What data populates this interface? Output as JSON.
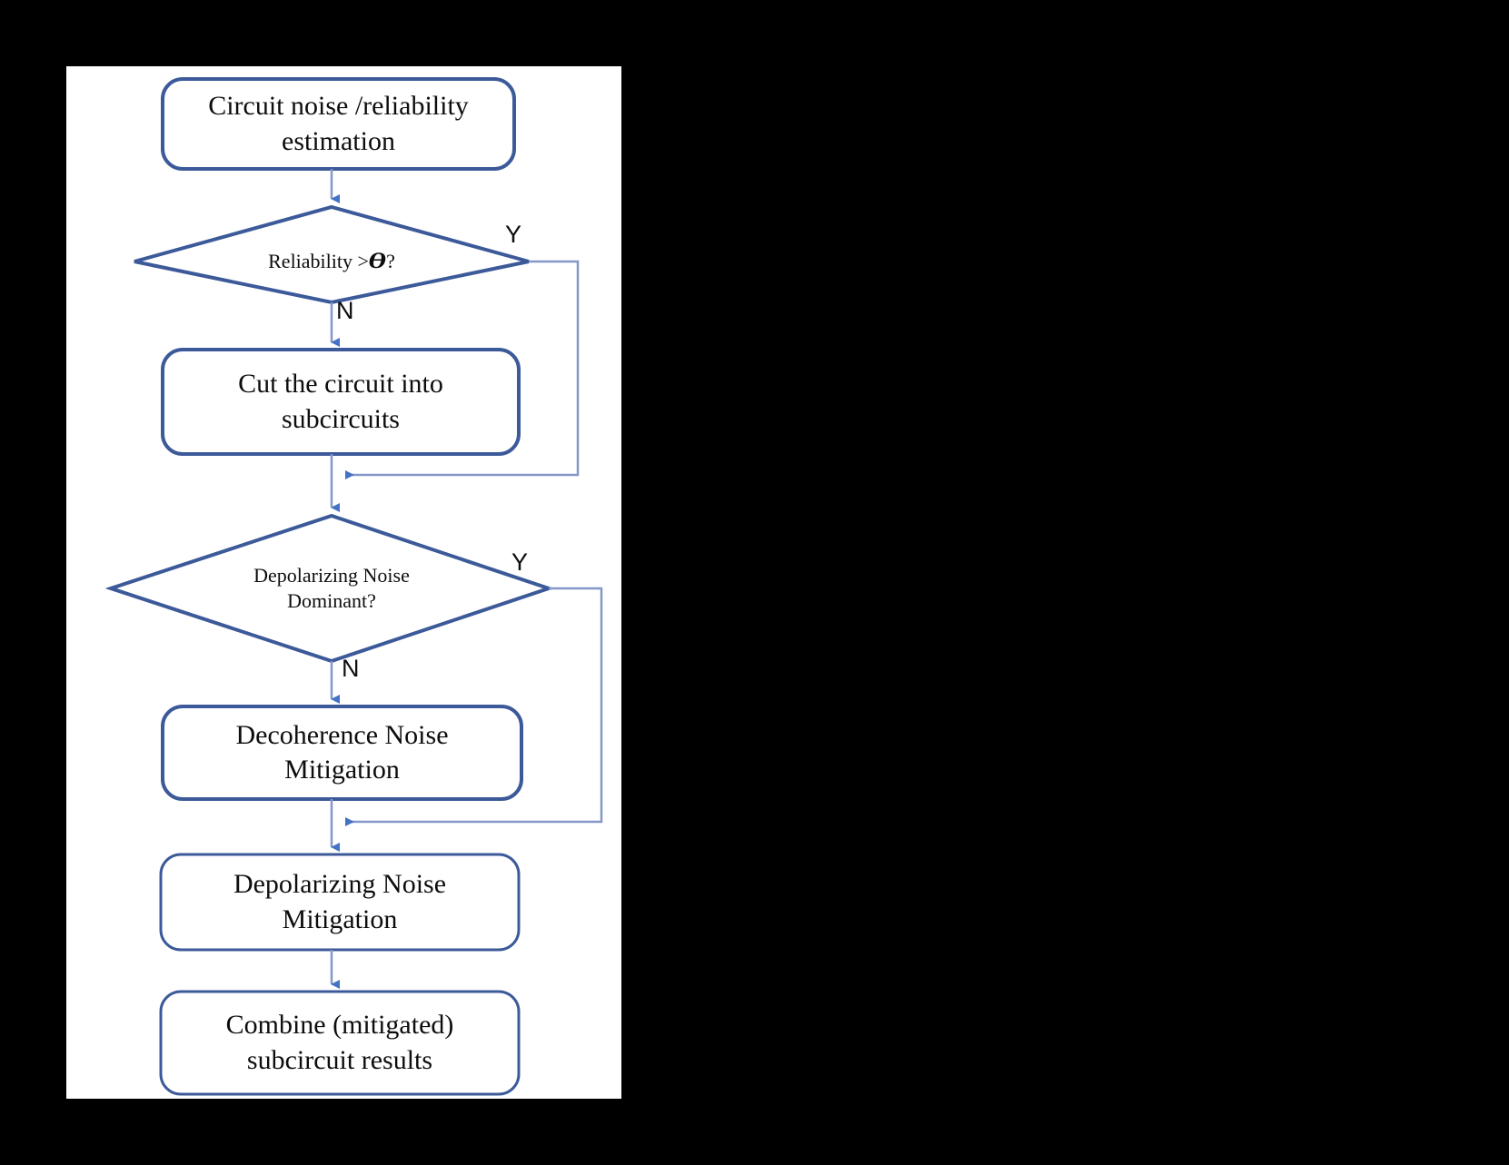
{
  "figure": {
    "type": "flowchart",
    "background_color": "#000000",
    "canvas_color": "#ffffff",
    "node_border_color": "#3c5a99",
    "connector_color": "#8497c8",
    "arrowhead_color": "#4472c4",
    "text_color": "#0d0d0d"
  },
  "nodes": [
    {
      "id": "circuit-noise-reliability-estimation",
      "shape": "rounded-rectangle",
      "line1": "Circuit noise /reliability",
      "line2": "estimation",
      "text": "Circuit noise /reliability\nestimation"
    },
    {
      "id": "reliability-threshold-decision",
      "shape": "diamond",
      "text_prefix": "Reliability > ",
      "symbol": "ϴ",
      "text_suffix": "?",
      "text": "Reliability > ϴ?"
    },
    {
      "id": "cut-the-circuit-into-subcircuits",
      "shape": "rounded-rectangle",
      "line1": "Cut the circuit into",
      "line2": "subcircuits",
      "text": "Cut the circuit into\nsubcircuits"
    },
    {
      "id": "depolarizing-noise-dominant-decision",
      "shape": "diamond",
      "line1": "Depolarizing Noise",
      "line2": "Dominant?",
      "text": "Depolarizing Noise\nDominant?"
    },
    {
      "id": "decoherence-noise-mitigation",
      "shape": "rounded-rectangle",
      "line1": "Decoherence Noise",
      "line2": "Mitigation",
      "text": "Decoherence Noise\nMitigation"
    },
    {
      "id": "depolarizing-noise-mitigation",
      "shape": "rounded-rectangle",
      "line1": "Depolarizing Noise",
      "line2": "Mitigation",
      "text": "Depolarizing Noise\nMitigation"
    },
    {
      "id": "combine-mitigated-subcircuit-results",
      "shape": "rounded-rectangle",
      "line1": "Combine (mitigated)",
      "line2": "subcircuit results",
      "text": "Combine (mitigated)\nsubcircuit results"
    }
  ],
  "edge_labels": {
    "reliability_yes": "Y",
    "reliability_no": "N",
    "depolarizing_yes": "Y",
    "depolarizing_no": "N"
  }
}
